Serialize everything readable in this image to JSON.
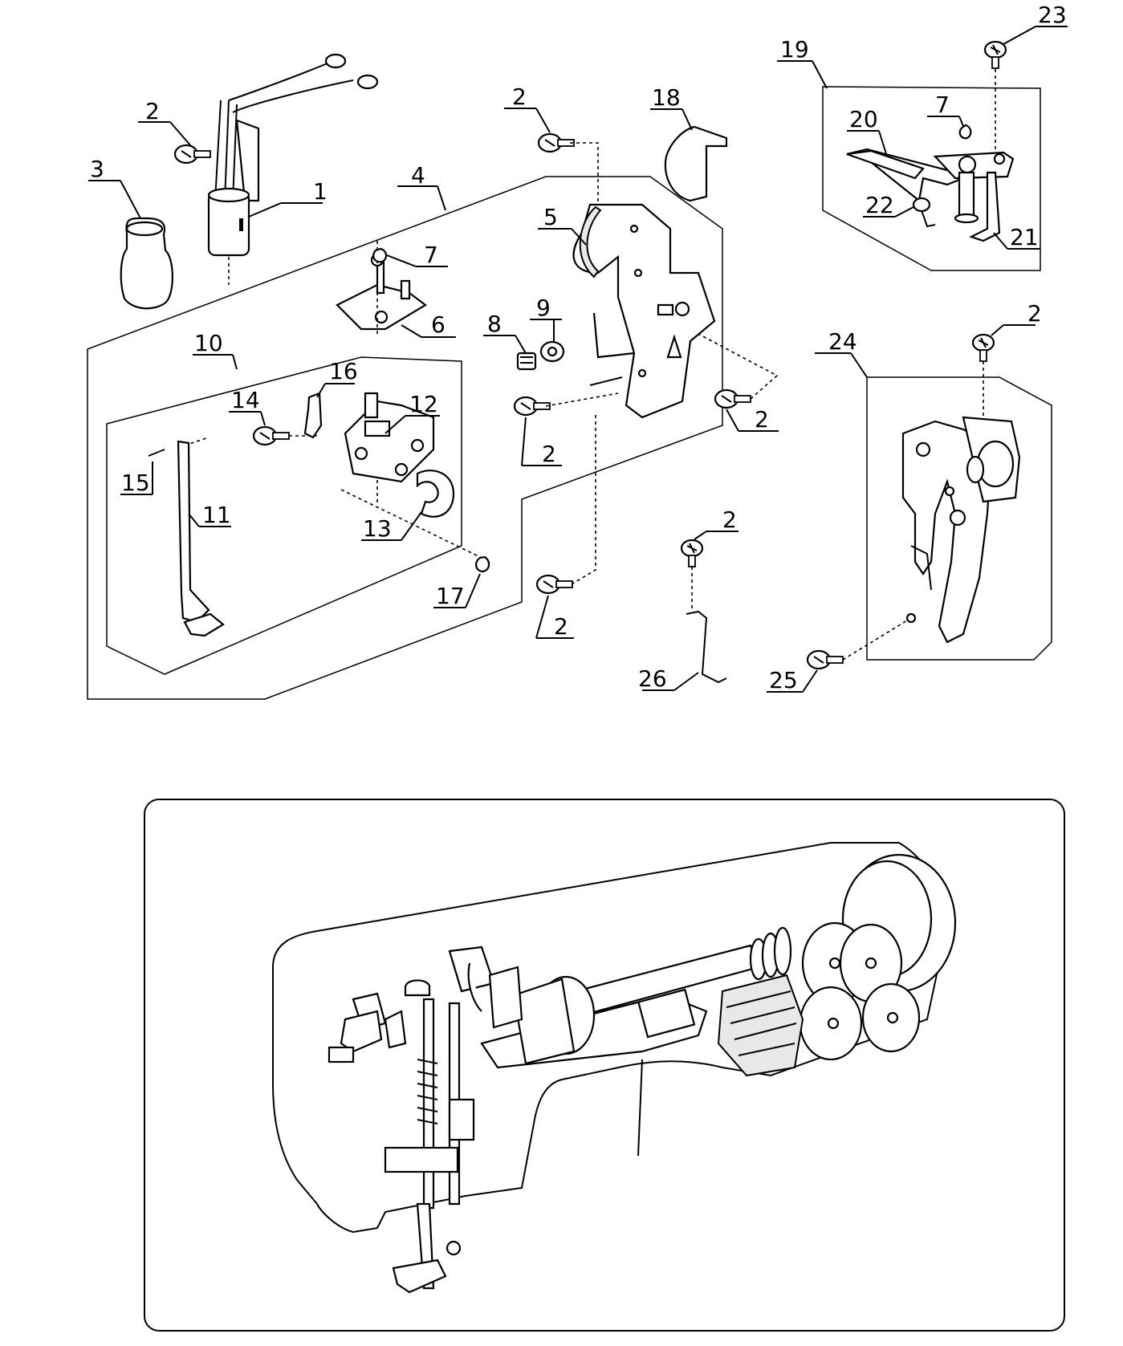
{
  "callouts": [
    {
      "id": "c1",
      "text": "1"
    },
    {
      "id": "c2a",
      "text": "2"
    },
    {
      "id": "c3",
      "text": "3"
    },
    {
      "id": "c4",
      "text": "4"
    },
    {
      "id": "c2b",
      "text": "2"
    },
    {
      "id": "c18",
      "text": "18"
    },
    {
      "id": "c5",
      "text": "5"
    },
    {
      "id": "c7a",
      "text": "7"
    },
    {
      "id": "c6",
      "text": "6"
    },
    {
      "id": "c8",
      "text": "8"
    },
    {
      "id": "c9",
      "text": "9"
    },
    {
      "id": "c10",
      "text": "10"
    },
    {
      "id": "c16",
      "text": "16"
    },
    {
      "id": "c14",
      "text": "14"
    },
    {
      "id": "c12",
      "text": "12"
    },
    {
      "id": "c2c",
      "text": "2"
    },
    {
      "id": "c2d",
      "text": "2"
    },
    {
      "id": "c15",
      "text": "15"
    },
    {
      "id": "c11",
      "text": "11"
    },
    {
      "id": "c13",
      "text": "13"
    },
    {
      "id": "c17",
      "text": "17"
    },
    {
      "id": "c2e",
      "text": "2"
    },
    {
      "id": "c2f",
      "text": "2"
    },
    {
      "id": "c26",
      "text": "26"
    },
    {
      "id": "c23",
      "text": "23"
    },
    {
      "id": "c19",
      "text": "19"
    },
    {
      "id": "c7b",
      "text": "7"
    },
    {
      "id": "c20",
      "text": "20"
    },
    {
      "id": "c22",
      "text": "22"
    },
    {
      "id": "c21",
      "text": "21"
    },
    {
      "id": "c24",
      "text": "24"
    },
    {
      "id": "c2g",
      "text": "2"
    },
    {
      "id": "c25",
      "text": "25"
    }
  ]
}
